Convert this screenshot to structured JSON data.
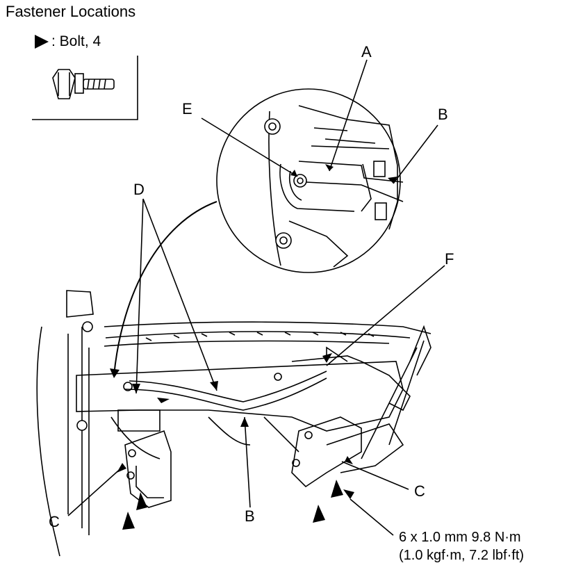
{
  "title": "Fastener Locations",
  "legend": {
    "label": ": Bolt, 4",
    "symbol": "arrowhead"
  },
  "callouts": {
    "A": "A",
    "B_top": "B",
    "B_bottom": "B",
    "C_left": "C",
    "C_right": "C",
    "D": "D",
    "E": "E",
    "F": "F"
  },
  "torque": {
    "line1": "6 x 1.0 mm 9.8 N·m",
    "line2": "(1.0 kgf·m, 7.2 lbf·ft)"
  }
}
